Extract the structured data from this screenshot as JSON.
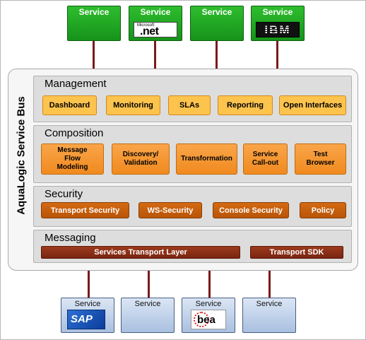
{
  "top_services": [
    {
      "label": "Service",
      "logo": null
    },
    {
      "label": "Service",
      "logo": {
        "name": "microsoft-net-logo",
        "small": "Microsoft",
        "text": ".net"
      }
    },
    {
      "label": "Service",
      "logo": null
    },
    {
      "label": "Service",
      "logo": {
        "name": "ibm-logo",
        "text": "IBM"
      }
    }
  ],
  "bus": {
    "title": "AquaLogic Service Bus",
    "management": {
      "title": "Management",
      "items": [
        "Dashboard",
        "Monitoring",
        "SLAs",
        "Reporting",
        "Open Interfaces"
      ]
    },
    "composition": {
      "title": "Composition",
      "items": [
        "Message\nFlow\nModeling",
        "Discovery/\nValidation",
        "Transformation",
        "Service\nCall-out",
        "Test\nBrowser"
      ]
    },
    "security": {
      "title": "Security",
      "items": [
        "Transport Security",
        "WS-Security",
        "Console Security",
        "Policy"
      ]
    },
    "messaging": {
      "title": "Messaging",
      "items": [
        "Services Transport Layer",
        "Transport SDK"
      ]
    }
  },
  "bottom_services": [
    {
      "label": "Service",
      "logo": {
        "name": "sap-logo",
        "text": "SAP"
      }
    },
    {
      "label": "Service",
      "logo": null
    },
    {
      "label": "Service",
      "logo": {
        "name": "bea-logo",
        "text": "bea"
      }
    },
    {
      "label": "Service",
      "logo": null
    }
  ],
  "colors": {
    "top_service": "#1fa823",
    "bottom_service": "#b9cde8",
    "management_box": "#fcc34d",
    "composition_box": "#f49530",
    "security_box": "#c65e0d",
    "messaging_box": "#8c2e16",
    "connector": "#7a1a1a"
  }
}
